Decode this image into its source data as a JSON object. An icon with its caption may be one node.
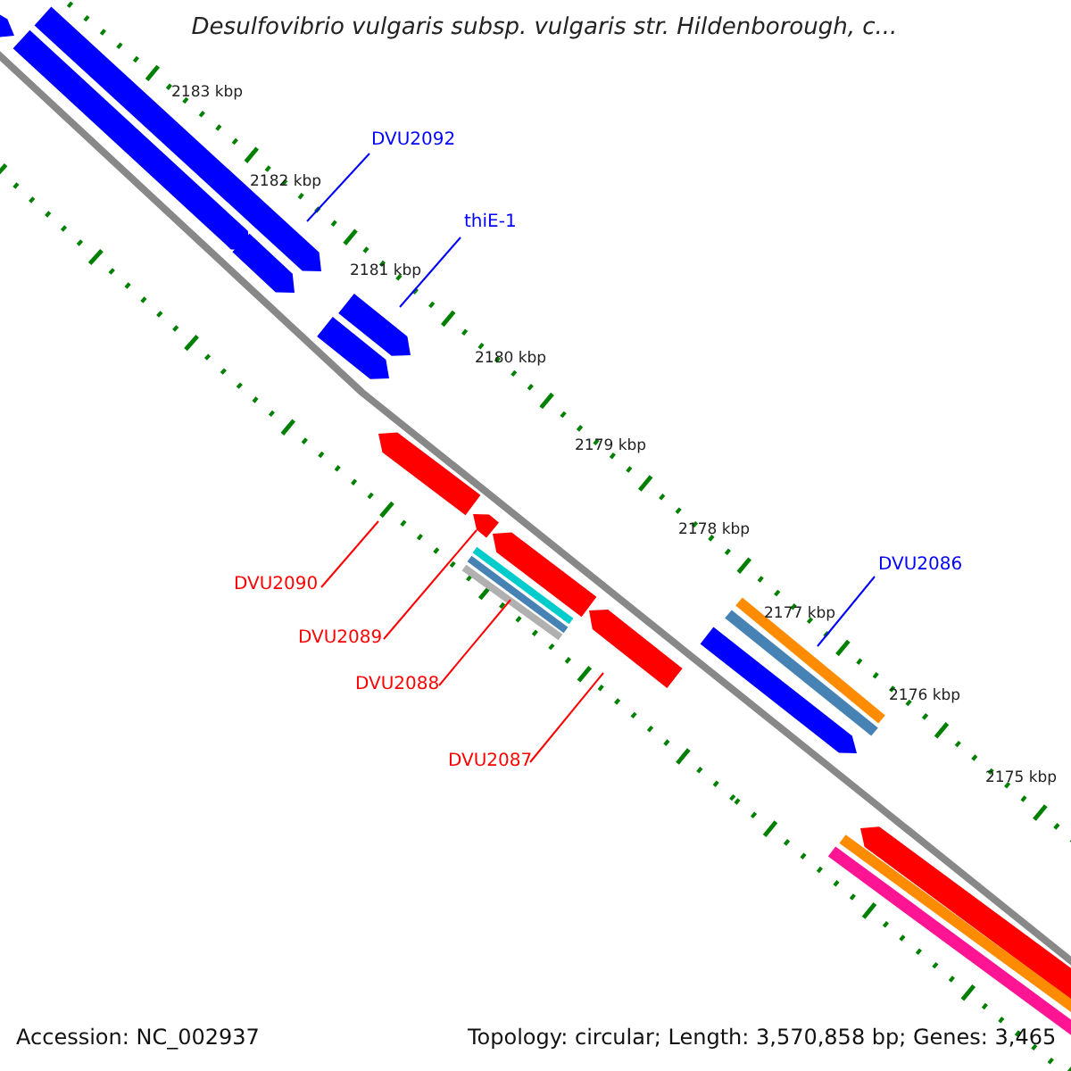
{
  "diagram": {
    "title": "Desulfovibrio vulgaris subsp. vulgaris str. Hildenborough, c...",
    "nodes": [
      {
        "text": [
          "DVU2092"
        ]
      },
      {
        "text": [],
        "shape": "bar"
      },
      {
        "text": [
          "thiE-1"
        ]
      },
      {
        "text": [],
        "shape": "bar"
      },
      {
        "text": [
          "DVU2086"
        ]
      },
      {
        "text": [],
        "shape": "bar"
      },
      {
        "text": [
          "DVU2090"
        ]
      },
      {
        "text": [],
        "shape": "bar"
      },
      {
        "text": [
          "DVU2089"
        ]
      },
      {
        "text": [],
        "shape": "bar"
      },
      {
        "text": [
          "DVU2088"
        ]
      },
      {
        "text": [],
        "shape": "bar"
      },
      {
        "text": [
          "DVU2087"
        ]
      },
      {
        "text": [],
        "shape": "bar"
      }
    ],
    "edges": [
      {
        "from": 0,
        "to": 1,
        "arrow": "none",
        "color": "#0000ff"
      },
      {
        "from": 2,
        "to": 3,
        "arrow": "none",
        "color": "#0000ff"
      },
      {
        "from": 4,
        "to": 5,
        "arrow": "none",
        "color": "#0000ff"
      },
      {
        "from": 6,
        "to": 7,
        "arrow": "none"
      },
      {
        "from": 8,
        "to": 9,
        "arrow": "none"
      },
      {
        "from": 10,
        "to": 11,
        "arrow": "none"
      },
      {
        "from": 12,
        "to": 13,
        "arrow": "none"
      }
    ],
    "labels": [
      "2183 kbp",
      "2182 kbp",
      "2181 kbp",
      "2180 kbp",
      "2179 kbp",
      "2178 kbp",
      "2177 kbp",
      "2176 kbp",
      "2175 kbp",
      "Accession: NC_002937",
      "Topology: circular; Length: 3,570,858 bp; Genes: 3,465"
    ]
  }
}
